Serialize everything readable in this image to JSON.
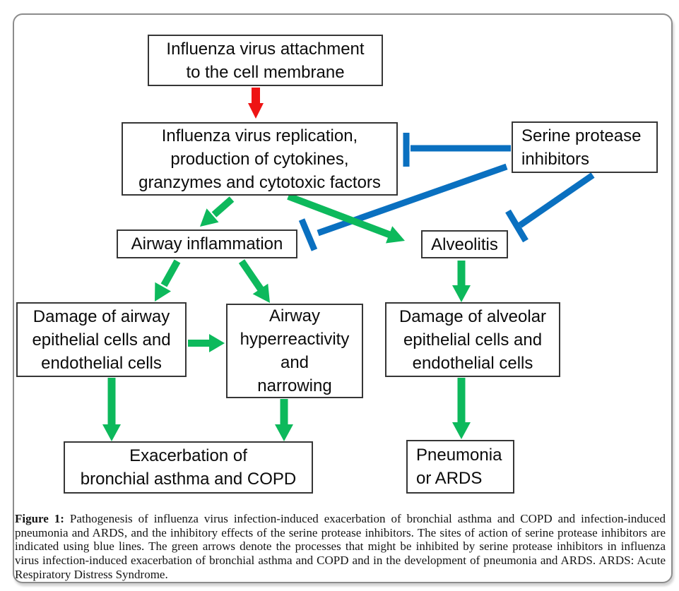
{
  "colors": {
    "red": "#ee1414",
    "green": "#0db95c",
    "blue": "#0a70c0",
    "box_border": "#363636"
  },
  "nodes": {
    "attachment": "Influenza virus attachment\nto the cell membrane",
    "replication": "Influenza virus replication,\nproduction of cytokines,\ngranzymes and cytotoxic factors",
    "serine": "Serine protease\ninhibitors",
    "airway_inflammation": "Airway inflammation",
    "alveolitis": "Alveolitis",
    "damage_airway": "Damage of airway\nepithelial cells and\nendothelial cells",
    "hyperreactivity": "Airway\nhyperreactivity\nand\nnarrowing",
    "damage_alveolar": "Damage of alveolar\nepithelial cells and\nendothelial cells",
    "exacerbation": "Exacerbation of\nbronchial asthma and COPD",
    "pneumonia": "Pneumonia\nor ARDS"
  },
  "caption": {
    "label": "Figure 1:",
    "text": "Pathogenesis of influenza virus infection-induced exacerbation of bronchial asthma and COPD and infection-induced pneumonia and ARDS, and the inhibitory effects of the serine protease inhibitors. The sites of action of serine protease inhibitors are indicated using blue lines. The green arrows denote the processes that might be inhibited by serine protease inhibitors in influenza virus infection-induced exacerbation of bronchial asthma and COPD and in the development of pneumonia and ARDS. ARDS: Acute Respiratory Distress Syndrome."
  }
}
